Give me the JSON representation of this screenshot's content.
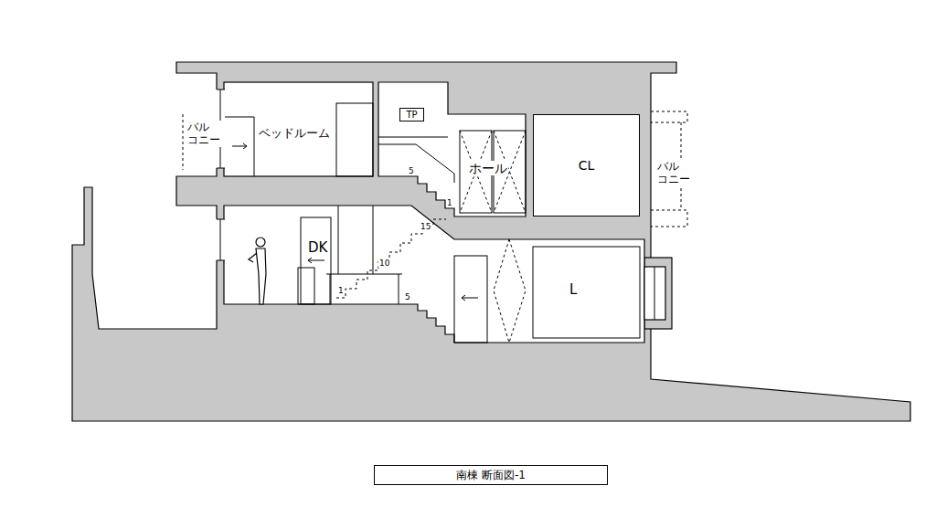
{
  "diagram": {
    "nodes": [
      {
        "text": [
          "TP"
        ]
      },
      {
        "text": [
          "CL"
        ]
      },
      {
        "text": [
          "南棟 断面図-1"
        ]
      }
    ],
    "labels": [
      "バル コニー",
      "ベッドルーム",
      "5",
      "ホール",
      "バル コニー",
      "1",
      "15",
      "DK",
      "10",
      "5",
      "1",
      "L"
    ]
  }
}
